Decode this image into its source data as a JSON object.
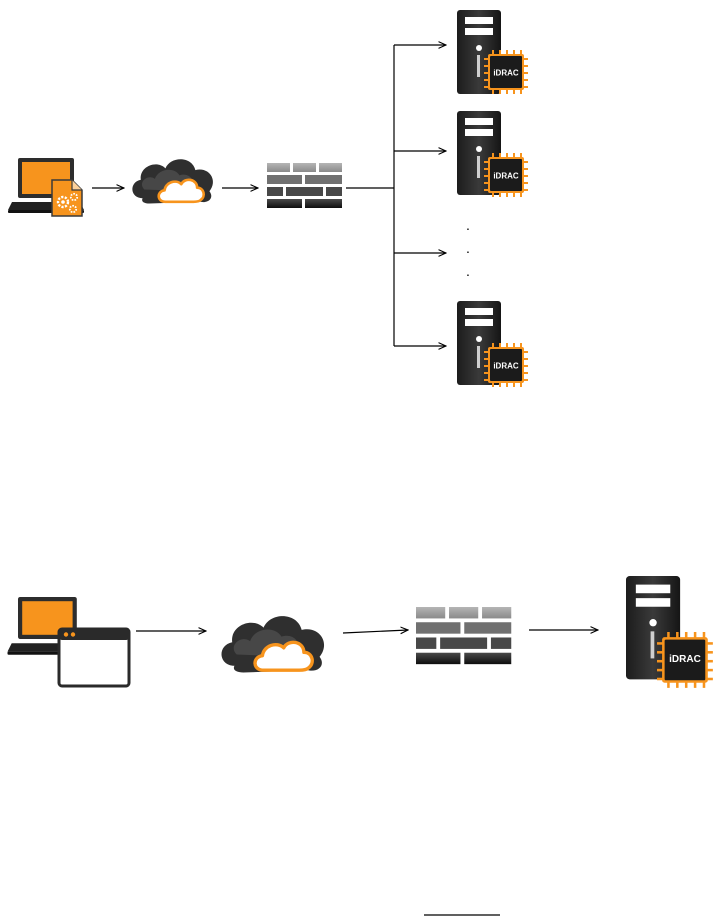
{
  "diagram_one": {
    "servers": [
      {
        "chip_label": "iDRAC"
      },
      {
        "chip_label": "iDRAC"
      },
      {
        "chip_label": "iDRAC"
      }
    ],
    "ellipsis": [
      "·",
      "·",
      "·"
    ]
  },
  "diagram_two": {
    "server": {
      "chip_label": "iDRAC"
    }
  },
  "colors": {
    "orange": "#F7941D",
    "dark": "#2b2b2b",
    "black": "#111111",
    "gray": "#8c8c8c",
    "white": "#ffffff"
  },
  "icons": [
    "laptop-with-config-file-icon",
    "cloud-icon",
    "firewall-icon",
    "server-with-idrac-chip-icon",
    "laptop-with-browser-icon"
  ]
}
